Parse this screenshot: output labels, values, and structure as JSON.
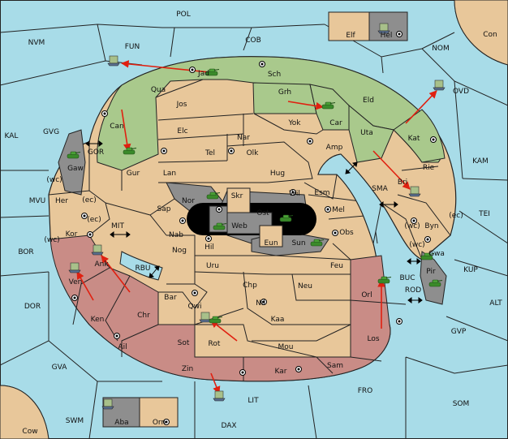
{
  "colors": {
    "sea": "#a8dce8",
    "neutral": "#e8c79a",
    "green": "#a9c98c",
    "red": "#c98c86",
    "gray": "#8e8e8e",
    "arrow": "#e02010",
    "unit": "#3a8a2a"
  },
  "seas": [
    {
      "label": "POL"
    },
    {
      "label": "NVM"
    },
    {
      "label": "FUN"
    },
    {
      "label": "COB"
    },
    {
      "label": "NOM"
    },
    {
      "label": "Con"
    },
    {
      "label": "OVD"
    },
    {
      "label": "KAL"
    },
    {
      "label": "GVG"
    },
    {
      "label": "KAM"
    },
    {
      "label": "GOR"
    },
    {
      "label": "SMA"
    },
    {
      "label": "TEI"
    },
    {
      "label": "MVU"
    },
    {
      "label": "MIT"
    },
    {
      "label": "BOR"
    },
    {
      "label": "RBU"
    },
    {
      "label": "BUC"
    },
    {
      "label": "KUP"
    },
    {
      "label": "ROD"
    },
    {
      "label": "ALT"
    },
    {
      "label": "DOR"
    },
    {
      "label": "GVP"
    },
    {
      "label": "GVA"
    },
    {
      "label": "FRO"
    },
    {
      "label": "SOM"
    },
    {
      "label": "LIT"
    },
    {
      "label": "SWM"
    },
    {
      "label": "DAX"
    },
    {
      "label": "Cow"
    }
  ],
  "provinces": [
    {
      "label": "Jad"
    },
    {
      "label": "Sch"
    },
    {
      "label": "Qua"
    },
    {
      "label": "Grh"
    },
    {
      "label": "Jos"
    },
    {
      "label": "Eld"
    },
    {
      "label": "Can"
    },
    {
      "label": "Car"
    },
    {
      "label": "Elc"
    },
    {
      "label": "Yok"
    },
    {
      "label": "Nar"
    },
    {
      "label": "Uta"
    },
    {
      "label": "Kat"
    },
    {
      "label": "Tel"
    },
    {
      "label": "Olk"
    },
    {
      "label": "Amp"
    },
    {
      "label": "Gaw"
    },
    {
      "label": "Gur"
    },
    {
      "label": "Lan"
    },
    {
      "label": "Hug"
    },
    {
      "label": "Rie"
    },
    {
      "label": "Bri"
    },
    {
      "label": "Esm"
    },
    {
      "label": "Wil"
    },
    {
      "label": "Her"
    },
    {
      "label": "Nor"
    },
    {
      "label": "Skr"
    },
    {
      "label": "Sap"
    },
    {
      "label": "Ost"
    },
    {
      "label": "Mel"
    },
    {
      "label": "Web"
    },
    {
      "label": "Byn"
    },
    {
      "label": "Kor"
    },
    {
      "label": "Nab"
    },
    {
      "label": "Obs"
    },
    {
      "label": "Eun"
    },
    {
      "label": "Hil"
    },
    {
      "label": "Sun"
    },
    {
      "label": "Gwa"
    },
    {
      "label": "Nog"
    },
    {
      "label": "Ank"
    },
    {
      "label": "Uru"
    },
    {
      "label": "Feu"
    },
    {
      "label": "Pir"
    },
    {
      "label": "Ven"
    },
    {
      "label": "Chp"
    },
    {
      "label": "Neu"
    },
    {
      "label": "Orl"
    },
    {
      "label": "Bar"
    },
    {
      "label": "Nil"
    },
    {
      "label": "Qwi"
    },
    {
      "label": "Ken"
    },
    {
      "label": "Chr"
    },
    {
      "label": "Kaa"
    },
    {
      "label": "Ail"
    },
    {
      "label": "Sot"
    },
    {
      "label": "Rot"
    },
    {
      "label": "Mou"
    },
    {
      "label": "Los"
    },
    {
      "label": "Sam"
    },
    {
      "label": "Zin"
    },
    {
      "label": "Kar"
    },
    {
      "label": "Elf"
    },
    {
      "label": "Hel"
    },
    {
      "label": "Aba"
    },
    {
      "label": "Orn"
    }
  ],
  "coast_marks": [
    {
      "label": "(wc)"
    },
    {
      "label": "(ec)"
    },
    {
      "label": "(ec)"
    },
    {
      "label": "(wc)"
    },
    {
      "label": "(wc)"
    },
    {
      "label": "(ec)"
    },
    {
      "label": "(wc)"
    }
  ]
}
